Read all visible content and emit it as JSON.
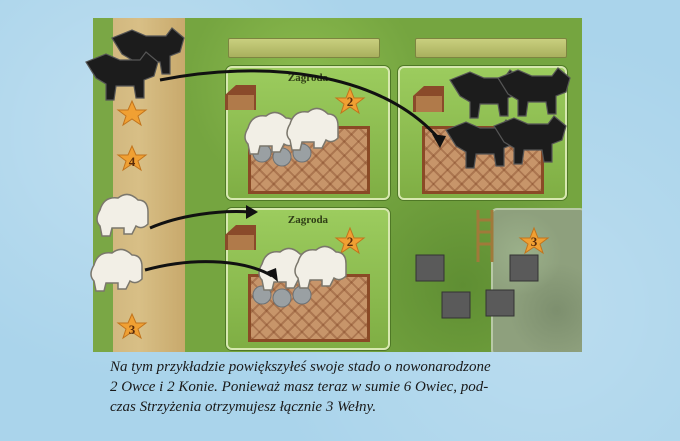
{
  "board": {
    "tile_top_title": "Zagroda",
    "tile_bottom_title": "Zagroda",
    "path_numbers": [
      "4",
      "3"
    ],
    "tile_numbers": [
      "2",
      "2",
      "3"
    ]
  },
  "caption": {
    "line1": "Na tym przykładzie powiększyłeś swoje stado o nowonarodzone",
    "line2": "2 Owce i 2 Konie. Ponieważ masz teraz w sumie 6 Owiec, pod-",
    "line3": "czas Strzyżenia otrzymujesz łącznie 3 Wełny."
  },
  "colors": {
    "page_bg": "#aad4eb",
    "board_grass": "#75a540",
    "pen_wood": "#8a4a26",
    "star_orange": "#f0a033",
    "horse_black": "#1c1c1c",
    "sheep_white": "#f2efe6",
    "resource_grey": "#5a5a5a"
  }
}
